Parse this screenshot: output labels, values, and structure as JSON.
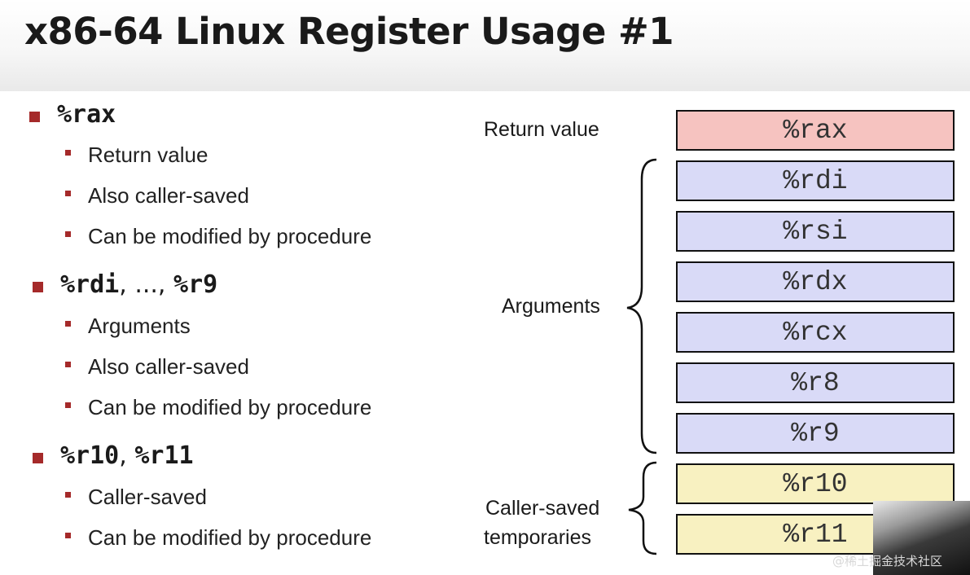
{
  "title": "x86-64 Linux Register Usage #1",
  "bullets": [
    {
      "main_parts": [
        "%rax"
      ],
      "subs": [
        "Return value",
        "Also caller-saved",
        "Can be modified by procedure"
      ]
    },
    {
      "main_parts": [
        "%rdi",
        ", ..., ",
        "%r9"
      ],
      "subs": [
        "Arguments",
        "Also caller-saved",
        "Can be modified by procedure"
      ]
    },
    {
      "main_parts": [
        "%r10",
        ", ",
        "%r11"
      ],
      "subs": [
        "Caller-saved",
        "Can be modified by procedure"
      ]
    }
  ],
  "diagram": {
    "labels": {
      "return_value": "Return value",
      "arguments": "Arguments",
      "caller_saved_line1": "Caller-saved",
      "caller_saved_line2": "temporaries"
    },
    "registers": [
      "%rax",
      "%rdi",
      "%rsi",
      "%rdx",
      "%rcx",
      "%r8",
      "%r9",
      "%r10",
      "%r11"
    ],
    "colors": {
      "return": "#f6c3c0",
      "argument": "#d9daf7",
      "temporary": "#f8f1c1",
      "bullet": "#a52a2a"
    }
  },
  "watermark": "@稀土掘金技术社区"
}
